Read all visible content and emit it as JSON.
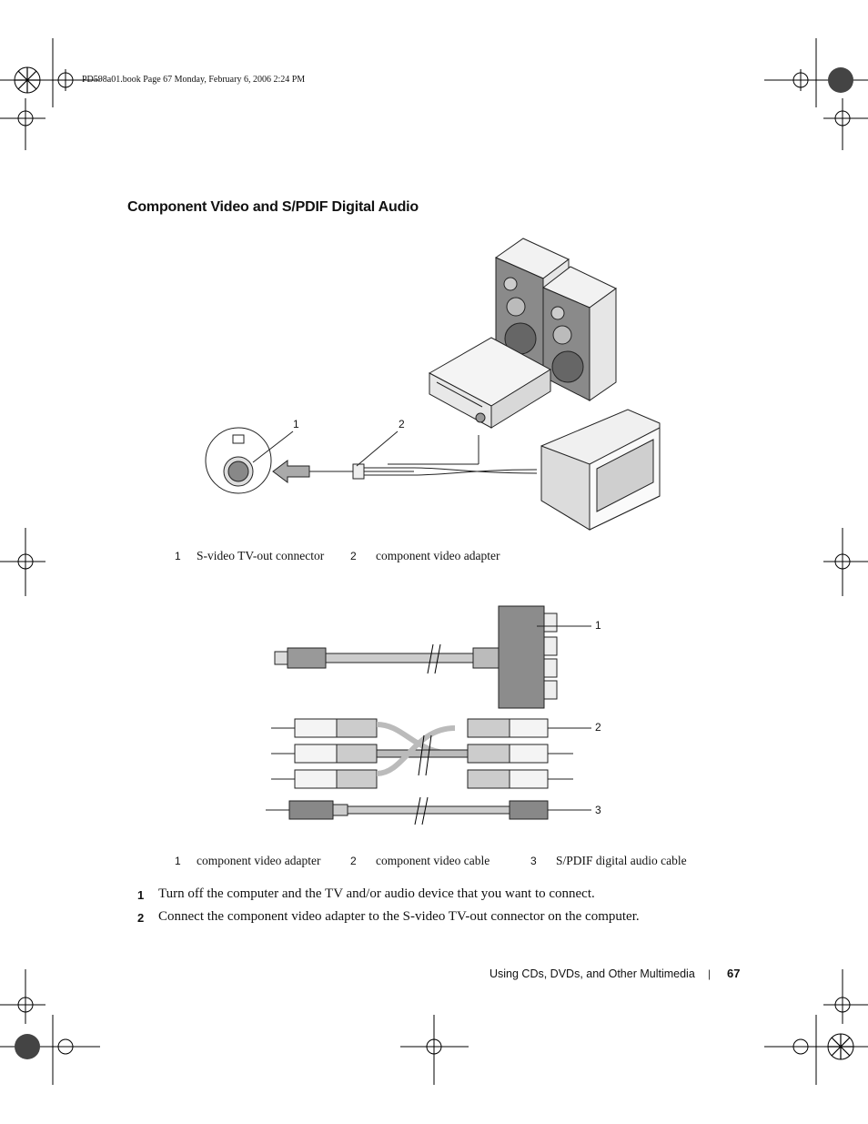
{
  "header": {
    "print_info": "PD598a01.book  Page 67  Monday, February 6, 2006  2:24 PM"
  },
  "section": {
    "title": "Component Video and S/PDIF Digital Audio"
  },
  "figure1": {
    "callouts": [
      "1",
      "2"
    ],
    "legend": [
      {
        "num": "1",
        "label": "S-video TV-out connector"
      },
      {
        "num": "2",
        "label": "component video adapter"
      }
    ]
  },
  "figure2": {
    "callouts": [
      "1",
      "2",
      "3"
    ],
    "legend": [
      {
        "num": "1",
        "label": "component video adapter"
      },
      {
        "num": "2",
        "label": "component video cable"
      },
      {
        "num": "3",
        "label": "S/PDIF digital audio cable"
      }
    ]
  },
  "steps": [
    {
      "num": "1",
      "text": "Turn off the computer and the TV and/or audio device that you want to connect."
    },
    {
      "num": "2",
      "text": "Connect the component video adapter to the S-video TV-out connector on the computer."
    }
  ],
  "footer": {
    "chapter": "Using CDs, DVDs, and Other Multimedia",
    "separator": "|",
    "page": "67"
  }
}
